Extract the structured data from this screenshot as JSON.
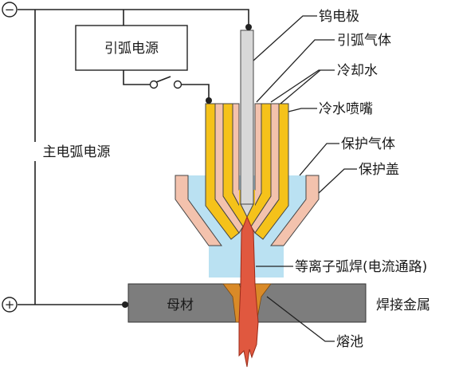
{
  "terminals": {
    "negative": "−",
    "positive": "+"
  },
  "power": {
    "pilot_arc_supply": "引弧电源",
    "main_arc_supply": "主电弧电源"
  },
  "callouts": {
    "tungsten_electrode": "钨电极",
    "pilot_gas": "引弧气体",
    "cooling_water": "冷却水",
    "cooled_nozzle": "冷水喷嘴",
    "shielding_gas": "保护气体",
    "shield_cap": "保护盖",
    "plasma_arc": "等离子弧焊(电流通路)",
    "workpiece_metal": "焊接金属",
    "weld_pool": "熔池"
  },
  "base_metal_label": "母材",
  "colors": {
    "nozzle_yellow": "#f5c21a",
    "nozzle_pink": "#f3c2ad",
    "shield_gas_blue": "#a9d9ef",
    "plasma_red": "#e0583f",
    "electrode_gray": "#d8d8d8",
    "base_metal_gray": "#7d7d7d",
    "weld_pool_orange": "#d98a28"
  }
}
